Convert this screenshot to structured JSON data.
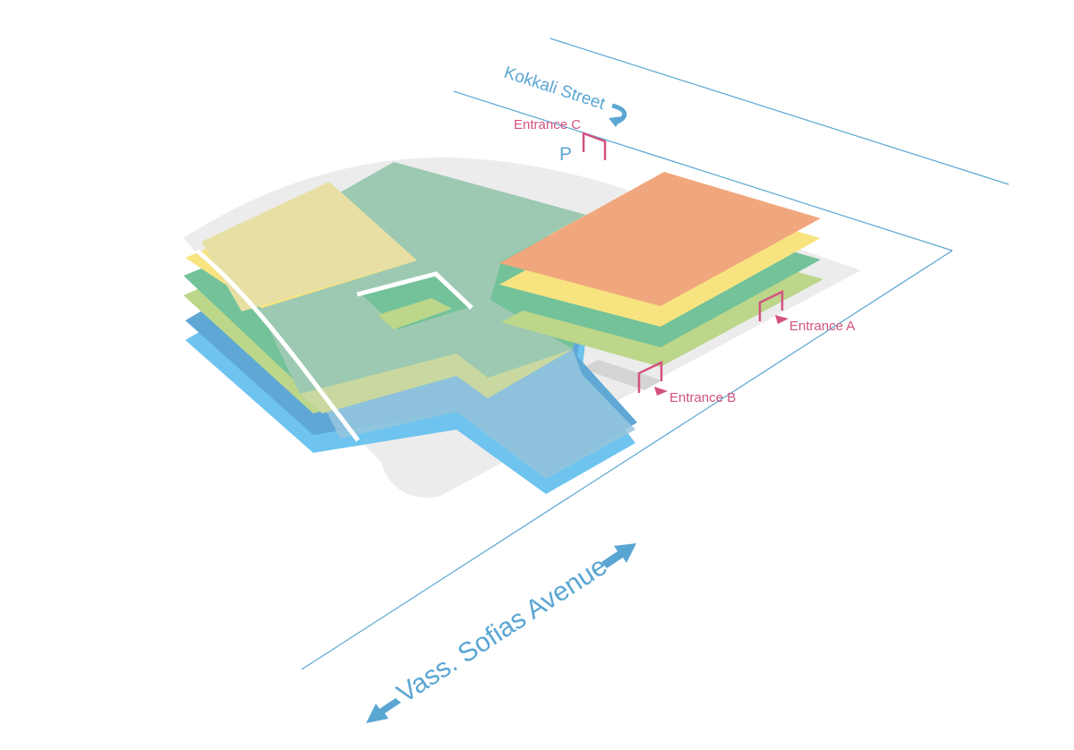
{
  "streets": {
    "kokkali": "Kokkali Street",
    "vass_sofias": "Vass. Sofias Avenue"
  },
  "entrances": {
    "a": "Entrance A",
    "b": "Entrance B",
    "c": "Entrance C"
  },
  "parking_label": "P",
  "colors": {
    "street": "#5aa6d3",
    "entrance": "#d2527f",
    "site": "#ececec",
    "orange": "#f1a77d",
    "yellow": "#f7e480",
    "green": "#73c29a",
    "light_green": "#bcd68a",
    "blue": "#5fa8d6",
    "light_blue": "#6ec4ef"
  }
}
